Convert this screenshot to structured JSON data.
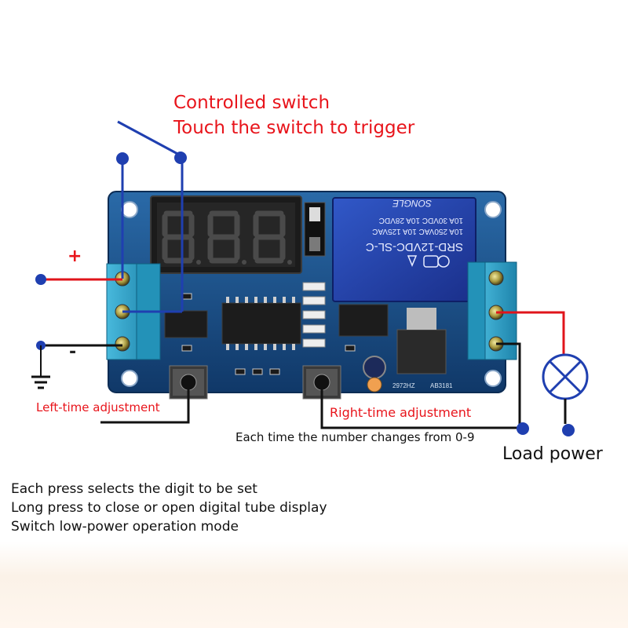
{
  "annotations": {
    "controlled_switch": "Controlled switch",
    "touch_trigger": "Touch the switch to trigger",
    "plus_sign": "+",
    "minus_sign": "-",
    "left_time_adjustment": "Left-time adjustment",
    "right_time_adjustment": "Right-time adjustment",
    "digit_change": "Each time the number changes from 0-9",
    "load_power": "Load power"
  },
  "notes": [
    "Each press selects the digit to be set",
    "Long press to close or open digital tube display",
    "Switch low-power operation mode"
  ],
  "relay": {
    "model": "SRD-12VDC-SL-C",
    "rating_1": "10A 250VAC  10A 125VAC",
    "rating_2": "10A 30VDC  10A 28VDC",
    "brand": "SONGLE"
  },
  "board": {
    "display_digits": "8.8.8.",
    "pcb_code_1": "2972HZ",
    "pcb_code_2": "AB3181"
  },
  "colors": {
    "pcb": "#1a4d86",
    "terminal_block": "#2aa0c4",
    "relay": "#1d3fa8",
    "positive_wire": "#e0141b",
    "trigger_wire": "#1f3fb0",
    "ground_wire": "#111111",
    "label_red": "#e8141b"
  }
}
